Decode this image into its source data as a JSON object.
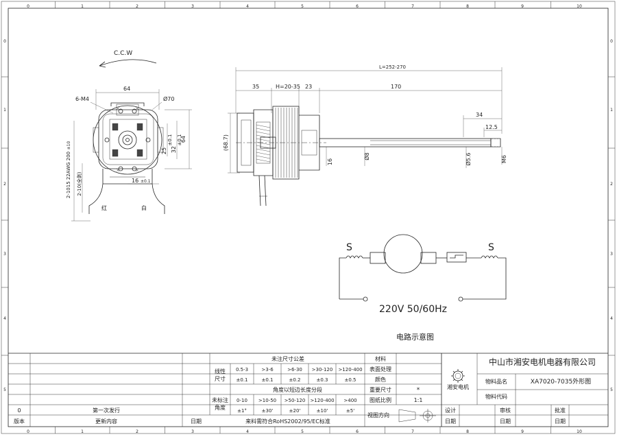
{
  "frame": {
    "col_numbers": [
      "0",
      "1",
      "2",
      "3",
      "4",
      "5",
      "6",
      "7",
      "8",
      "9",
      "10"
    ],
    "row_numbers": [
      "0",
      "1",
      "2",
      "3",
      "4",
      "5"
    ]
  },
  "front_view": {
    "rotation": "C.C.W",
    "dim_width": "64",
    "dim_screw": "6-M4",
    "dim_diameter": "Ø70",
    "dim_height": "64",
    "dim_32": "32",
    "dim_32_tol": "±0.1",
    "dim_25": "25",
    "dim_25_tol": "±0.1",
    "dim_16": "16",
    "dim_16_tol": "±0.1",
    "wire_1": "2-1015 22AWG 200",
    "wire_1_tol": "±10",
    "wire_2": "2-10(全剥)",
    "wire_red": "红",
    "wire_white": "白"
  },
  "side_view": {
    "dim_total": "L=252-270",
    "dim_35": "35",
    "dim_h": "H=20-35",
    "dim_23": "23",
    "dim_170": "170",
    "dim_34": "34",
    "dim_125": "12.5",
    "dim_687": "(68.7)",
    "dim_16": "16",
    "dim_phi8": "Ø8",
    "dim_phi56": "Ø5.6",
    "dim_m6": "M6"
  },
  "circuit": {
    "label_s_left": "S",
    "label_s_right": "S",
    "voltage": "220V 50/60Hz",
    "caption": "电路示意图"
  },
  "title_block": {
    "tolerance_title": "未注尺寸公差",
    "linear_label": "线性\n尺寸",
    "linear_ranges": [
      "0.5-3",
      ">3-6",
      ">6-30",
      ">30-120",
      ">120-400"
    ],
    "linear_tols": [
      "±0.1",
      "±0.1",
      "±0.2",
      "±0.3",
      "±0.5"
    ],
    "angle_title": "角度以短边长度分段",
    "angle_label": "未标注\n角度",
    "angle_ranges": [
      "0-10",
      ">10-50",
      ">50-120",
      ">120-400",
      ">400"
    ],
    "angle_tols": [
      "±1°",
      "±30'",
      "±20'",
      "±10'",
      "±5'"
    ],
    "rohs": "来料需符合RoHS2002/95/EC标准",
    "material": "材料",
    "surface": "表面处理",
    "color": "颜色",
    "important_dim": "重要尺寸",
    "important_val": "*",
    "scale": "图纸比例",
    "scale_val": "1:1",
    "view_dir": "视图方向",
    "logo_text": "湘安电机",
    "company": "中山市湘安电机电器有限公司",
    "name_label": "物料品名",
    "name_val": "XA7020-7035外形图",
    "code_label": "物料代码",
    "code_val": "",
    "design": "设计",
    "review": "审核",
    "approve": "批准",
    "date": "日期",
    "rev_version": "0",
    "rev_content": "第一次发行",
    "rev_head_version": "版本",
    "rev_head_content": "更新内容",
    "rev_head_date": "日期"
  }
}
